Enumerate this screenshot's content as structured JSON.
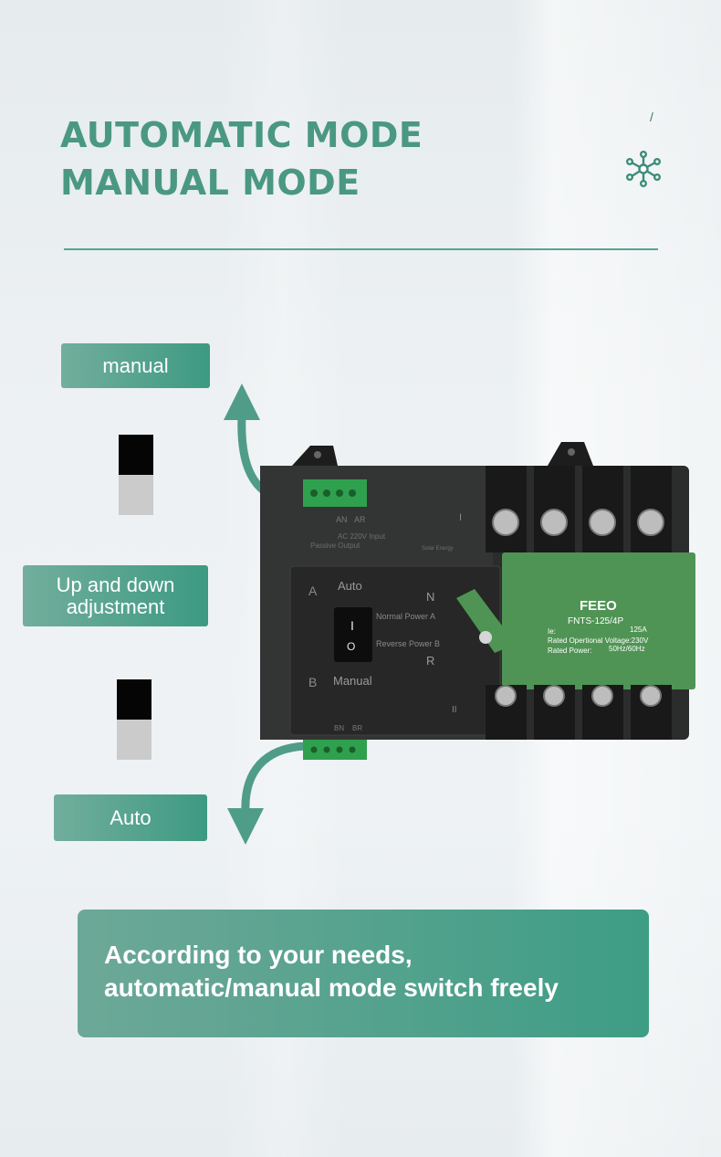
{
  "header": {
    "title_line1": "AUTOMATIC MODE",
    "title_line2": "MANUAL MODE",
    "slash": "/",
    "icon": "network-hub-icon"
  },
  "labels": {
    "manual": "manual",
    "updown_line1": "Up and down",
    "updown_line2": "adjustment",
    "auto": "Auto"
  },
  "product": {
    "brand": "FEEO",
    "model": "FNTS-125/4P",
    "ie_label": "Ie:",
    "ie_value": "125A",
    "voltage": "Rated Opertional Voltage:230V",
    "power_label": "Rated Power:",
    "power_value": "50Hz/60Hz",
    "auto_text": "Auto",
    "manual_text": "Manual",
    "normal_power": "Normal Power A",
    "reverse_power": "Reverse Power B",
    "mark_a": "A",
    "mark_b": "B",
    "mark_n": "N",
    "mark_r": "R",
    "switch_on": "I",
    "switch_off": "O",
    "roman_one": "I",
    "roman_two": "II",
    "passive_output": "Passive Output",
    "ac_input": "AC 220V Input",
    "terminal_an": "AN",
    "terminal_ar": "AR",
    "terminal_bn": "BN",
    "terminal_br": "BR",
    "solar_energy": "Solar Energy",
    "normal_source": "Normal Power A",
    "reverse_source": "Reverse Power B"
  },
  "cta": {
    "line1": "According to your needs,",
    "line2": "automatic/manual mode switch freely"
  },
  "colors": {
    "accent": "#3d9a82",
    "accent_light": "#72ae9c",
    "title": "#4a9882",
    "divider": "#5aa392",
    "device_body": "#2b2d2c",
    "device_label": "#4f9454"
  }
}
